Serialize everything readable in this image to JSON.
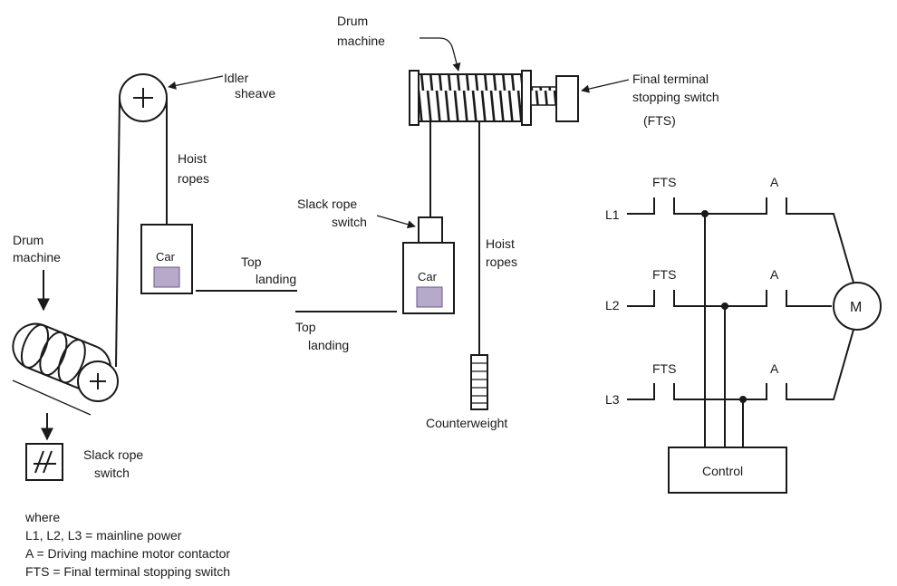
{
  "left": {
    "idler_sheave": "Idler\nsheave",
    "hoist_ropes": "Hoist\nropes",
    "car": "Car",
    "top_landing": "Top\nlanding",
    "drum_machine": "Drum\nmachine",
    "slack_rope_switch": "Slack rope\nswitch"
  },
  "middle": {
    "drum_machine": "Drum\nmachine",
    "final_terminal": "Final terminal\nstopping switch",
    "fts_abbrev": "(FTS)",
    "slack_rope_switch": "Slack rope\nswitch",
    "car": "Car",
    "top_landing": "Top\nlanding",
    "hoist_ropes": "Hoist\nropes",
    "counterweight": "Counterweight"
  },
  "circuit": {
    "lines": [
      {
        "name": "L1",
        "fts": "FTS",
        "contactor": "A"
      },
      {
        "name": "L2",
        "fts": "FTS",
        "contactor": "A"
      },
      {
        "name": "L3",
        "fts": "FTS",
        "contactor": "A"
      }
    ],
    "motor": "M",
    "control": "Control"
  },
  "legend": {
    "where": "where",
    "items": [
      "L1, L2, L3  =  mainline power",
      "A  =  Driving machine motor contactor",
      "FTS  =  Final terminal stopping switch"
    ]
  }
}
